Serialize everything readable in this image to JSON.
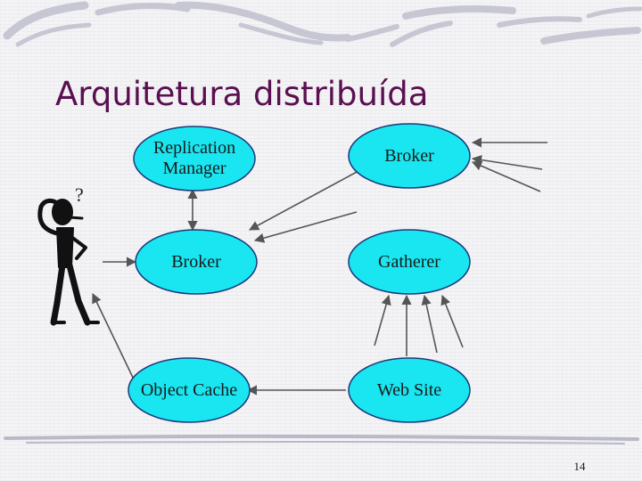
{
  "slide": {
    "title": "Arquitetura distribuída",
    "page_number": "14"
  },
  "colors": {
    "node_fill": "#19e6f0",
    "node_stroke": "#1a3a7a",
    "title": "#5a1050",
    "arrow": "#555555"
  },
  "nodes": {
    "replication_manager": "Replication Manager",
    "broker_top": "Broker",
    "broker_left": "Broker",
    "gatherer": "Gatherer",
    "object_cache": "Object Cache",
    "web_site": "Web Site"
  },
  "figure": {
    "question_mark": "?",
    "icon": "confused-person-icon"
  }
}
